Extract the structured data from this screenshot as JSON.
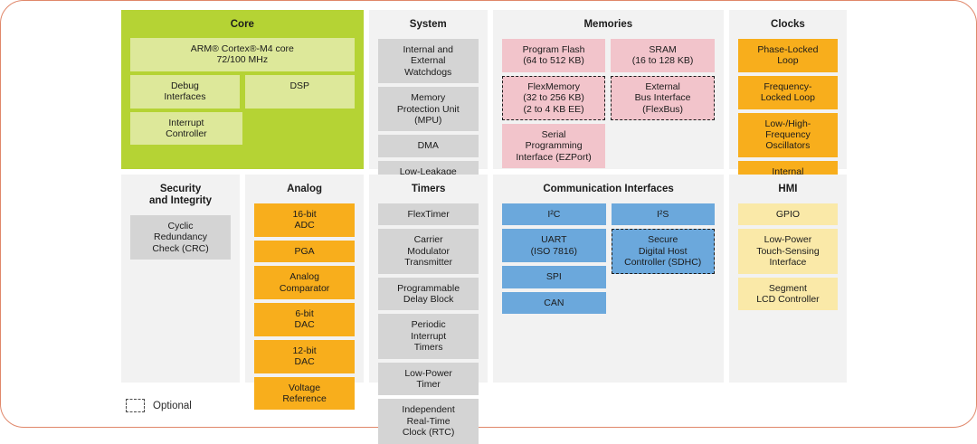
{
  "diagram": {
    "legend": {
      "optional_label": "Optional"
    },
    "row_top": [
      {
        "title": "Core",
        "style": "core",
        "layout": "core",
        "blocks": [
          {
            "label": "ARM® Cortex®-M4 core\n72/100 MHz",
            "width": "wide",
            "optional": false
          },
          {
            "label": "Debug\nInterfaces",
            "width": "half",
            "optional": false
          },
          {
            "label": "DSP",
            "width": "half",
            "optional": false
          },
          {
            "label": "Interrupt\nController",
            "width": "half",
            "optional": false
          }
        ]
      },
      {
        "title": "System",
        "style": "grey",
        "layout": "single",
        "blocks": [
          {
            "label": "Internal and\nExternal\nWatchdogs",
            "optional": false
          },
          {
            "label": "Memory\nProtection Unit\n(MPU)",
            "optional": false
          },
          {
            "label": "DMA",
            "optional": false
          },
          {
            "label": "Low-Leakage\nWake-Up Unit",
            "optional": false
          }
        ]
      },
      {
        "title": "Memories",
        "style": "pink",
        "layout": "double",
        "column_left": [
          {
            "label": "Program Flash\n(64 to 512 KB)",
            "optional": false
          },
          {
            "label": "FlexMemory\n(32 to 256 KB)\n(2 to 4 KB EE)",
            "optional": true
          },
          {
            "label": "Serial\nProgramming\nInterface (EZPort)",
            "optional": false
          }
        ],
        "column_right": [
          {
            "label": "SRAM\n(16 to 128 KB)",
            "optional": false
          },
          {
            "label": "External\nBus Interface\n(FlexBus)",
            "optional": true
          }
        ]
      },
      {
        "title": "Clocks",
        "style": "orange",
        "layout": "single",
        "blocks": [
          {
            "label": "Phase-Locked\nLoop",
            "optional": false
          },
          {
            "label": "Frequency-\nLocked Loop",
            "optional": false
          },
          {
            "label": "Low-/High-\nFrequency\nOscillators",
            "optional": false
          },
          {
            "label": "Internal\nReference\nClocks",
            "optional": false
          }
        ]
      }
    ],
    "row_bottom": [
      {
        "title": "Security\nand Integrity",
        "style": "grey",
        "layout": "single",
        "blocks": [
          {
            "label": "Cyclic\nRedundancy\nCheck (CRC)",
            "optional": false
          }
        ]
      },
      {
        "title": "Analog",
        "style": "orange",
        "layout": "single",
        "blocks": [
          {
            "label": "16-bit\nADC",
            "optional": false
          },
          {
            "label": "PGA",
            "optional": false
          },
          {
            "label": "Analog\nComparator",
            "optional": false
          },
          {
            "label": "6-bit\nDAC",
            "optional": false
          },
          {
            "label": "12-bit\nDAC",
            "optional": false
          },
          {
            "label": "Voltage\nReference",
            "optional": false
          }
        ]
      },
      {
        "title": "Timers",
        "style": "grey",
        "layout": "single",
        "blocks": [
          {
            "label": "FlexTimer",
            "optional": false
          },
          {
            "label": "Carrier\nModulator\nTransmitter",
            "optional": false
          },
          {
            "label": "Programmable\nDelay Block",
            "optional": false
          },
          {
            "label": "Periodic\nInterrupt\nTimers",
            "optional": false
          },
          {
            "label": "Low-Power\nTimer",
            "optional": false
          },
          {
            "label": "Independent\nReal-Time\nClock (RTC)",
            "optional": false
          }
        ]
      },
      {
        "title": "Communication Interfaces",
        "style": "blue",
        "layout": "double",
        "column_left": [
          {
            "label": "I²C",
            "optional": false
          },
          {
            "label": "UART\n(ISO 7816)",
            "optional": false
          },
          {
            "label": "SPI",
            "optional": false
          },
          {
            "label": "CAN",
            "optional": false
          }
        ],
        "column_right": [
          {
            "label": "I²S",
            "optional": false
          },
          {
            "label": "Secure\nDigital Host\nController (SDHC)",
            "optional": true
          }
        ]
      },
      {
        "title": "HMI",
        "style": "yellow",
        "layout": "single",
        "blocks": [
          {
            "label": "GPIO",
            "optional": false
          },
          {
            "label": "Low-Power\nTouch-Sensing\nInterface",
            "optional": false
          },
          {
            "label": "Segment\nLCD Controller",
            "optional": false
          }
        ]
      }
    ]
  },
  "colors": {
    "frame_border": "#e0876a",
    "panel_background": "#f2f2f2",
    "core_panel": "#b5d334",
    "core_block": "#dde89a",
    "grey_block": "#d4d4d4",
    "pink_block": "#f2c4cb",
    "orange_block": "#f8ae1c",
    "blue_block": "#6ba8dc",
    "yellow_block": "#fae9a8"
  }
}
